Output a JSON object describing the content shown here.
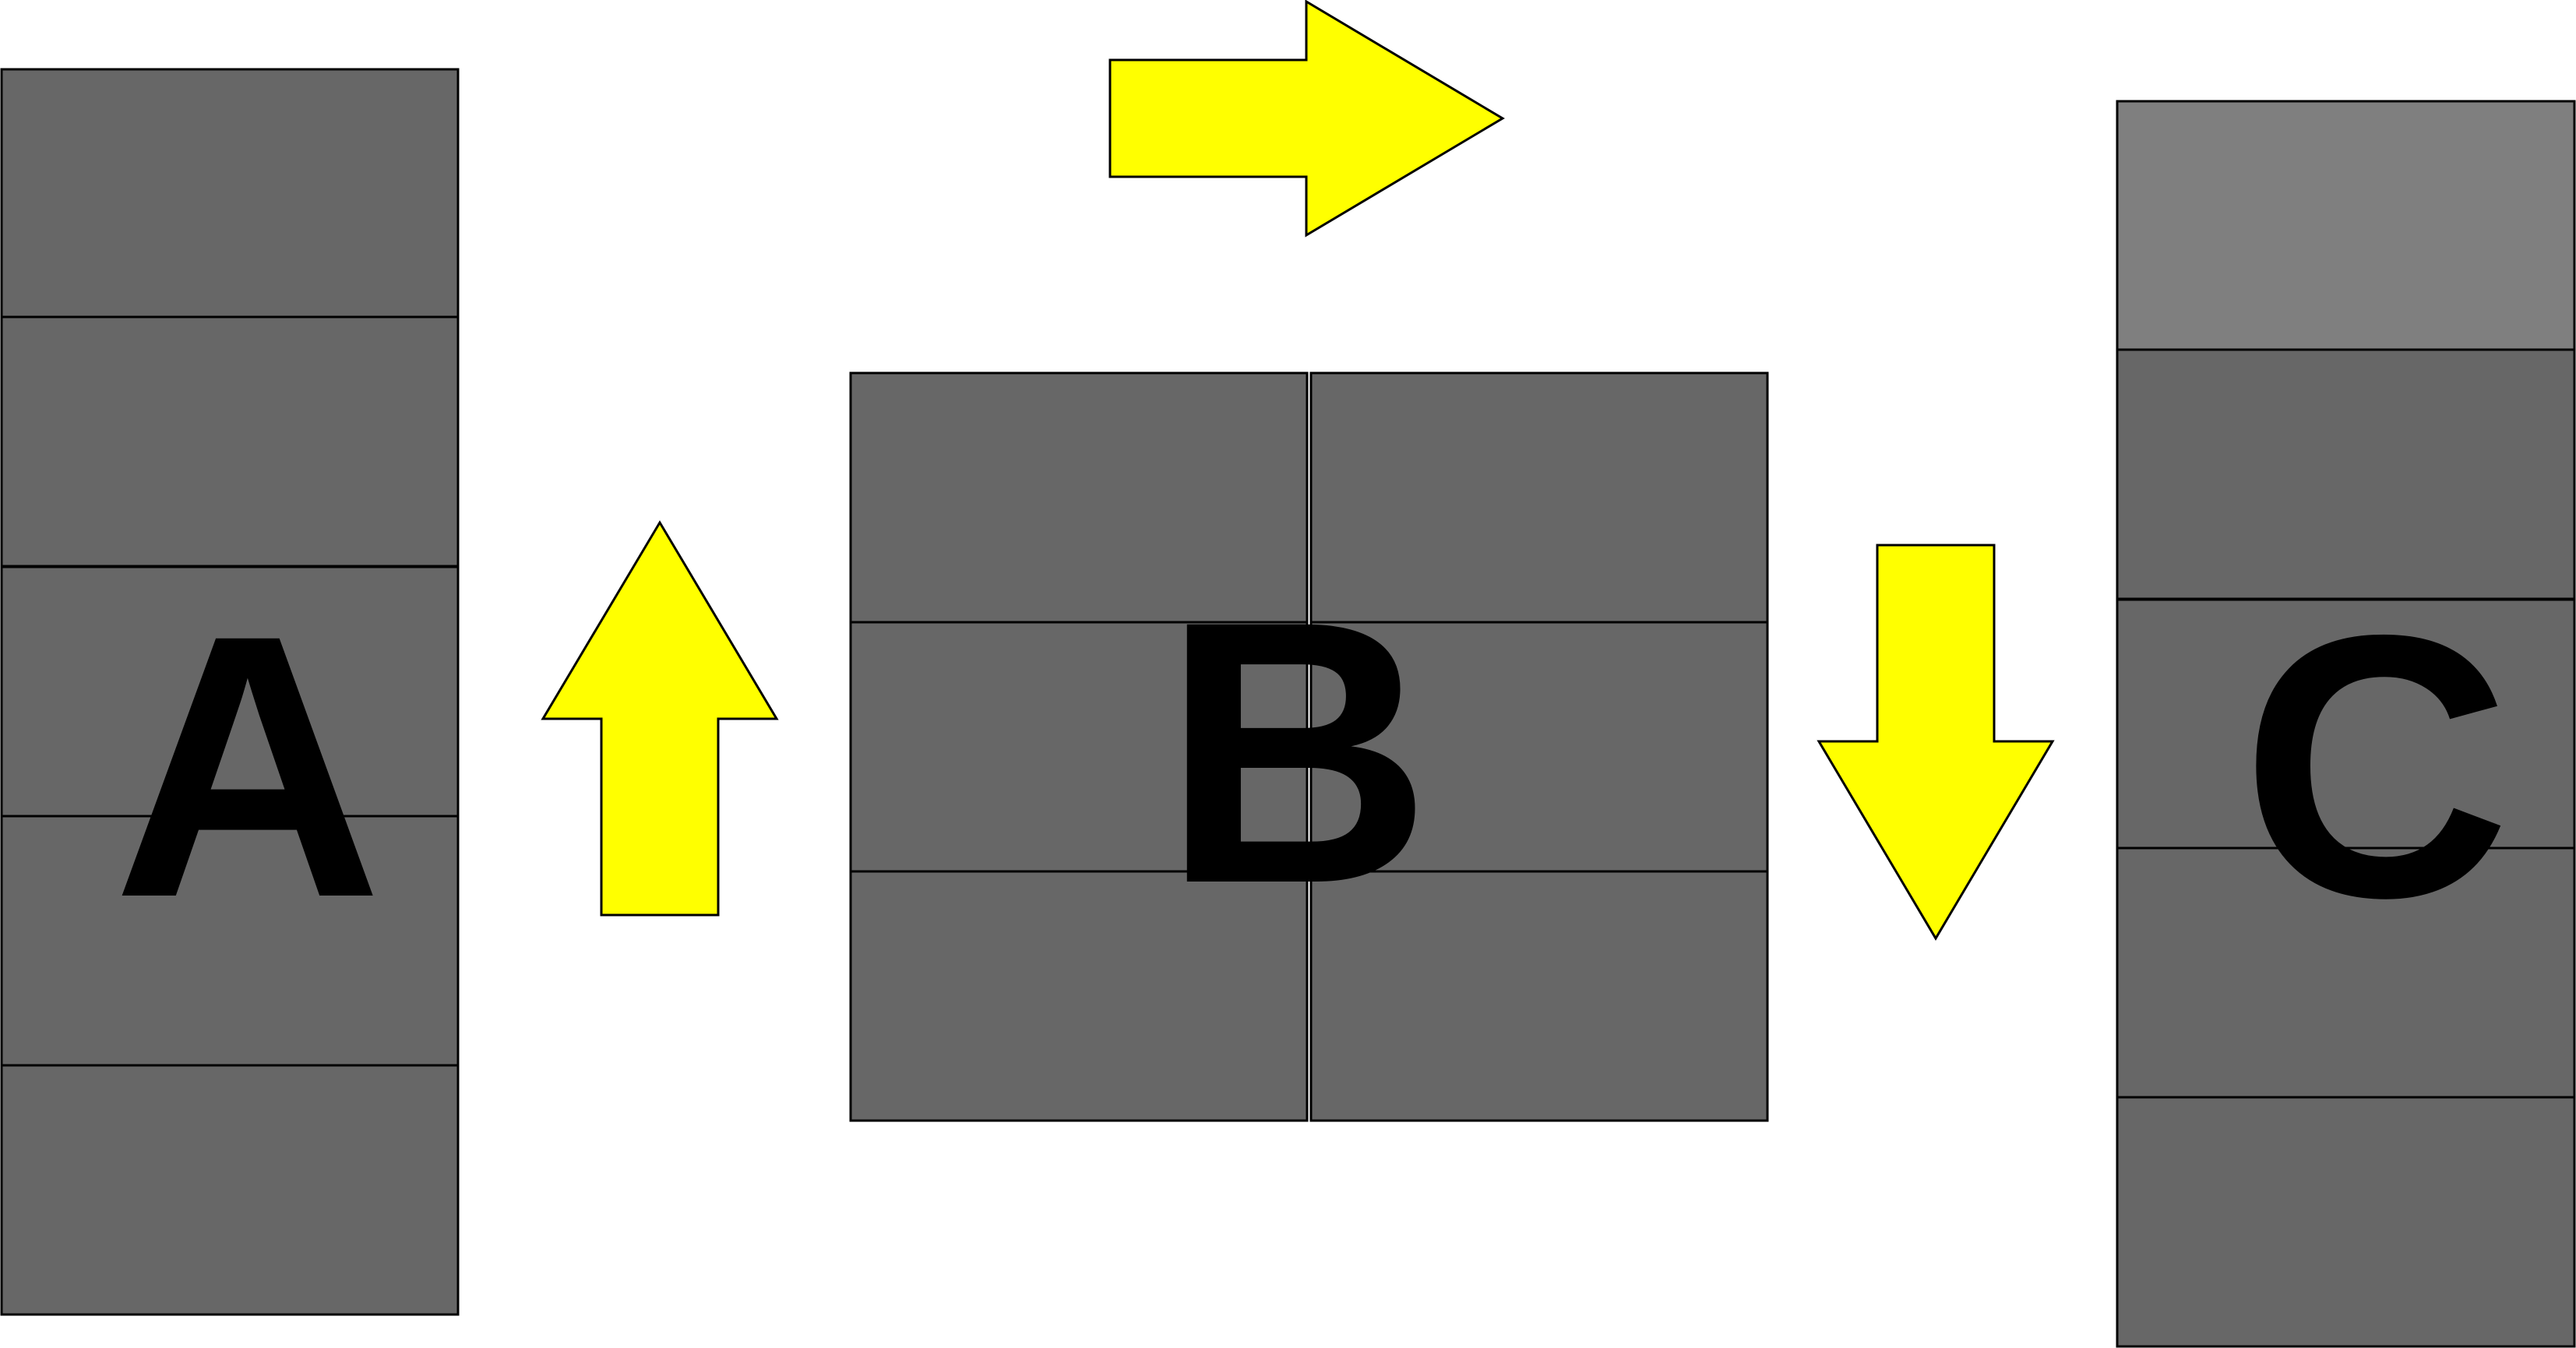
{
  "labels": {
    "a": "A",
    "b": "B",
    "c": "C"
  },
  "colors": {
    "block": "#676767",
    "block_light": "#7f7f7f",
    "arrow": "#ffff00",
    "outline": "#000000",
    "label": "#000000",
    "background": "#ffffff"
  },
  "stacks": {
    "a_cells": 5,
    "b_rows": 3,
    "b_columns": 2,
    "c_cells": 5,
    "c_highlighted_cell": 1
  },
  "arrows": [
    {
      "id": "up-arrow",
      "direction": "up"
    },
    {
      "id": "right-arrow",
      "direction": "right"
    },
    {
      "id": "down-arrow",
      "direction": "down"
    }
  ]
}
